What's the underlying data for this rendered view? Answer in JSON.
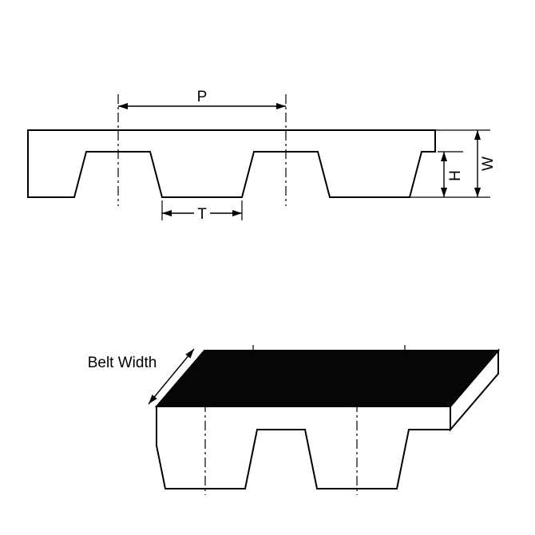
{
  "diagram": {
    "type": "timing-belt-dimension-drawing",
    "labels": {
      "pitch": "P",
      "tooth_width": "T",
      "tooth_height": "H",
      "belt_thickness": "W",
      "belt_width": "Belt Width"
    },
    "colors": {
      "belt_fill": "#ebebeb",
      "belt_end_face_fill": "#f7f7f7",
      "top_surface_fill": "#060606",
      "outline": "#000000",
      "background": "#ffffff"
    }
  }
}
